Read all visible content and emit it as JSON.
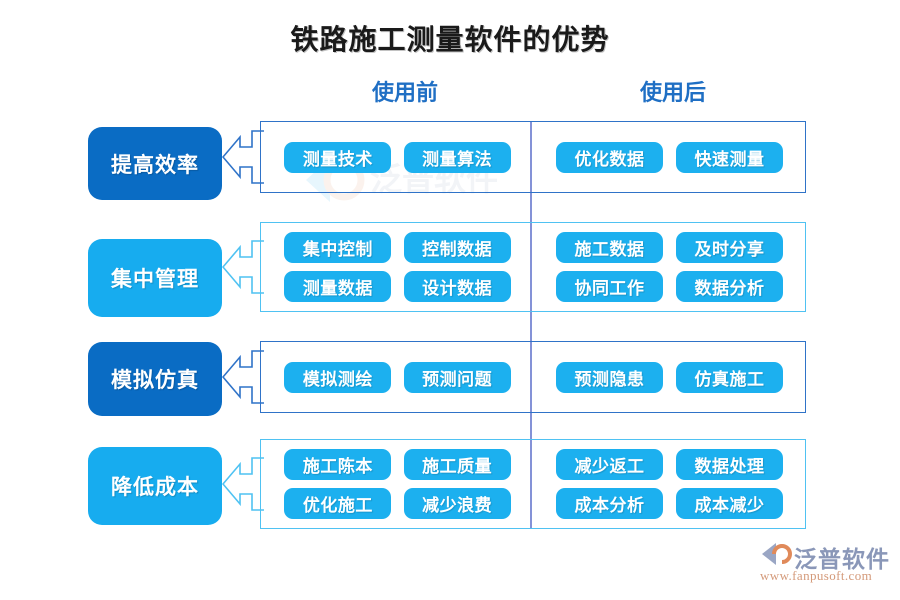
{
  "title": "铁路施工测量软件的优势",
  "columns": {
    "before": "使用前",
    "after": "使用后"
  },
  "colors": {
    "dark_blue": "#0A6CC4",
    "light_blue": "#17ACEF",
    "pill_blue": "#1CB0EF",
    "frame_dark": "#2F73C8",
    "frame_light": "#4FC2F2",
    "divider": "#6E7FD0",
    "header_text": "#1F6FC4",
    "title_text": "#1A1A1A"
  },
  "rows": [
    {
      "label": "提高效率",
      "tone": "dark",
      "before": [
        "测量技术",
        "测量算法"
      ],
      "after": [
        "优化数据",
        "快速测量"
      ]
    },
    {
      "label": "集中管理",
      "tone": "light",
      "before": [
        "集中控制",
        "控制数据",
        "测量数据",
        "设计数据"
      ],
      "after": [
        "施工数据",
        "及时分享",
        "协同工作",
        "数据分析"
      ]
    },
    {
      "label": "模拟仿真",
      "tone": "dark",
      "before": [
        "模拟测绘",
        "预测问题"
      ],
      "after": [
        "预测隐患",
        "仿真施工"
      ]
    },
    {
      "label": "降低成本",
      "tone": "light",
      "before": [
        "施工陈本",
        "施工质量",
        "优化施工",
        "减少浪费"
      ],
      "after": [
        "减少返工",
        "数据处理",
        "成本分析",
        "成本减少"
      ]
    }
  ],
  "logo": {
    "name": "泛普软件",
    "url": "www.fanpusoft.com"
  }
}
